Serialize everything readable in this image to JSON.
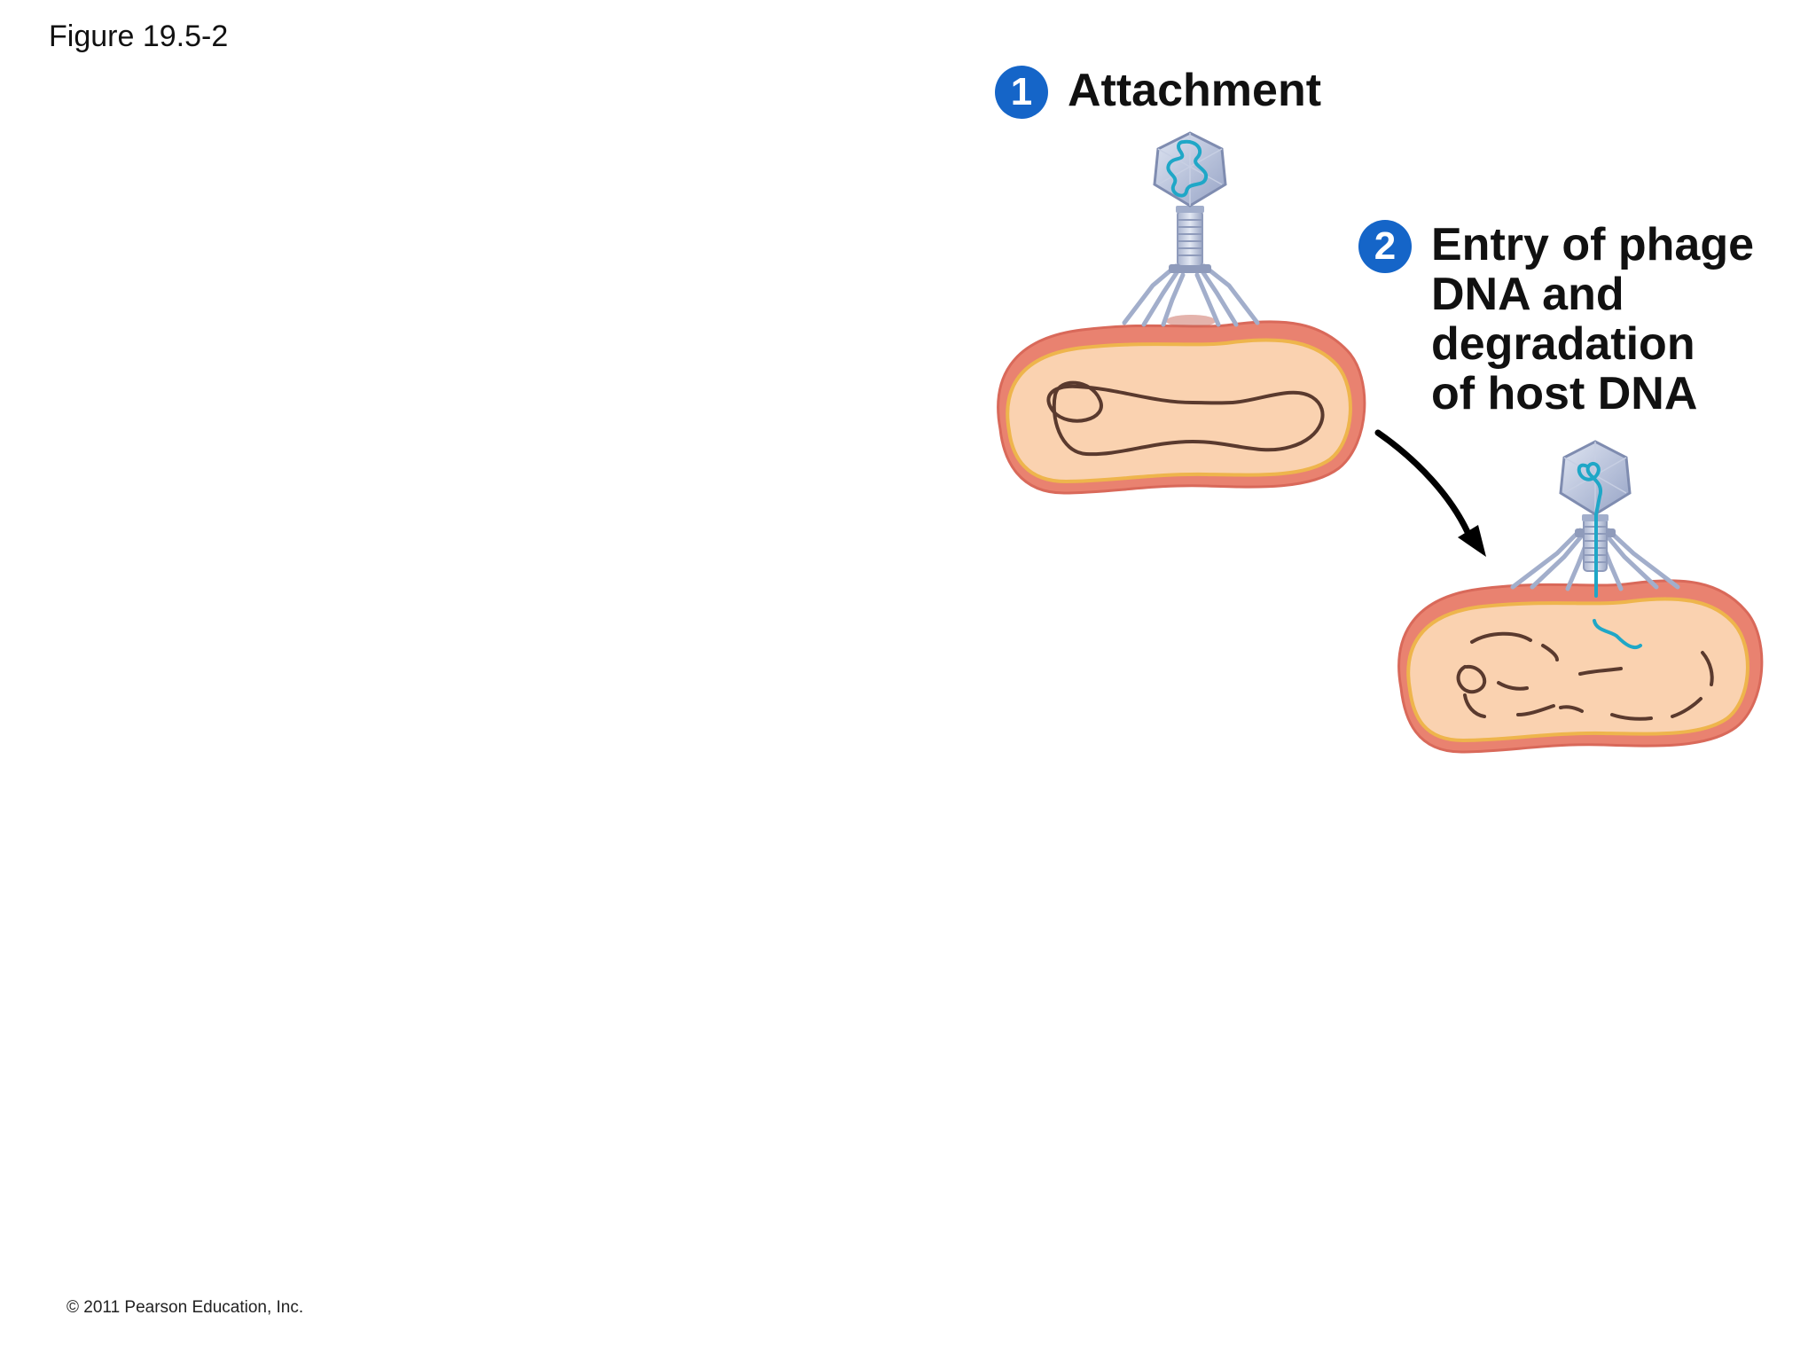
{
  "figure_label": "Figure 19.5-2",
  "steps": [
    {
      "number": "1",
      "label": "Attachment"
    },
    {
      "number": "2",
      "label": "Entry of phage\nDNA and\ndegradation\nof host DNA"
    }
  ],
  "copyright": "© 2011 Pearson Education, Inc.",
  "colors": {
    "step_badge": "#1565c8",
    "cell_wall": "#e98270",
    "cytoplasm": "#fad2b0",
    "membrane": "#eeb54c",
    "host_dna": "#5a3a2e",
    "phage_dna": "#1fa7c7",
    "phage_body": "#b7c2dc",
    "arrow": "#000000"
  }
}
